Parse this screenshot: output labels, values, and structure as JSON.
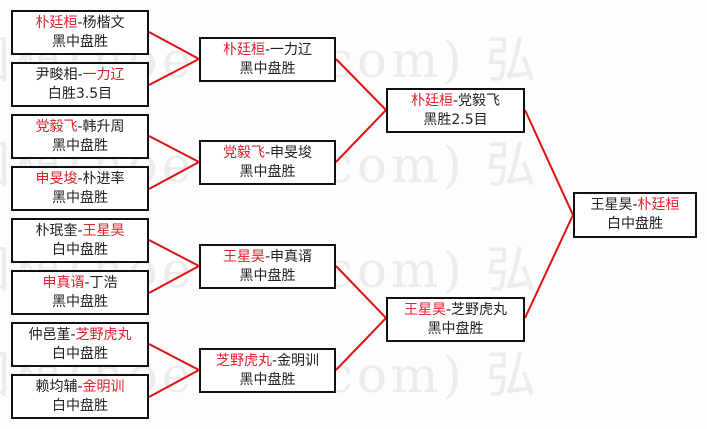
{
  "watermark": "围棋(hoetom.com) 弘",
  "colors": {
    "winner": "#e0202a",
    "line": "#e01010"
  },
  "round1": [
    {
      "p1": "朴廷桓",
      "p2": "杨楷文",
      "winner": 1,
      "result": "黑中盘胜"
    },
    {
      "p1": "尹畯相",
      "p2": "一力辽",
      "winner": 2,
      "result": "白胜3.5目"
    },
    {
      "p1": "党毅飞",
      "p2": "韩升周",
      "winner": 1,
      "result": "黑中盘胜"
    },
    {
      "p1": "申旻埈",
      "p2": "朴进率",
      "winner": 1,
      "result": "黑中盘胜"
    },
    {
      "p1": "朴珉奎",
      "p2": "王星昊",
      "winner": 2,
      "result": "白中盘胜"
    },
    {
      "p1": "申真谞",
      "p2": "丁浩",
      "winner": 1,
      "result": "黑中盘胜"
    },
    {
      "p1": "仲邑堇",
      "p2": "芝野虎丸",
      "winner": 2,
      "result": "白中盘胜"
    },
    {
      "p1": "赖均辅",
      "p2": "金明训",
      "winner": 2,
      "result": "白中盘胜"
    }
  ],
  "round2": [
    {
      "p1": "朴廷桓",
      "p2": "一力辽",
      "winner": 1,
      "result": "黑中盘胜"
    },
    {
      "p1": "党毅飞",
      "p2": "申旻埈",
      "winner": 1,
      "result": "黑中盘胜"
    },
    {
      "p1": "王星昊",
      "p2": "申真谞",
      "winner": 1,
      "result": "黑中盘胜"
    },
    {
      "p1": "芝野虎丸",
      "p2": "金明训",
      "winner": 1,
      "result": "黑中盘胜"
    }
  ],
  "round3": [
    {
      "p1": "朴廷桓",
      "p2": "党毅飞",
      "winner": 1,
      "result": "黑胜2.5目"
    },
    {
      "p1": "王星昊",
      "p2": "芝野虎丸",
      "winner": 1,
      "result": "黑中盘胜"
    }
  ],
  "final": [
    {
      "p1": "王星昊",
      "p2": "朴廷桓",
      "winner": 2,
      "result": "白中盘胜"
    }
  ]
}
